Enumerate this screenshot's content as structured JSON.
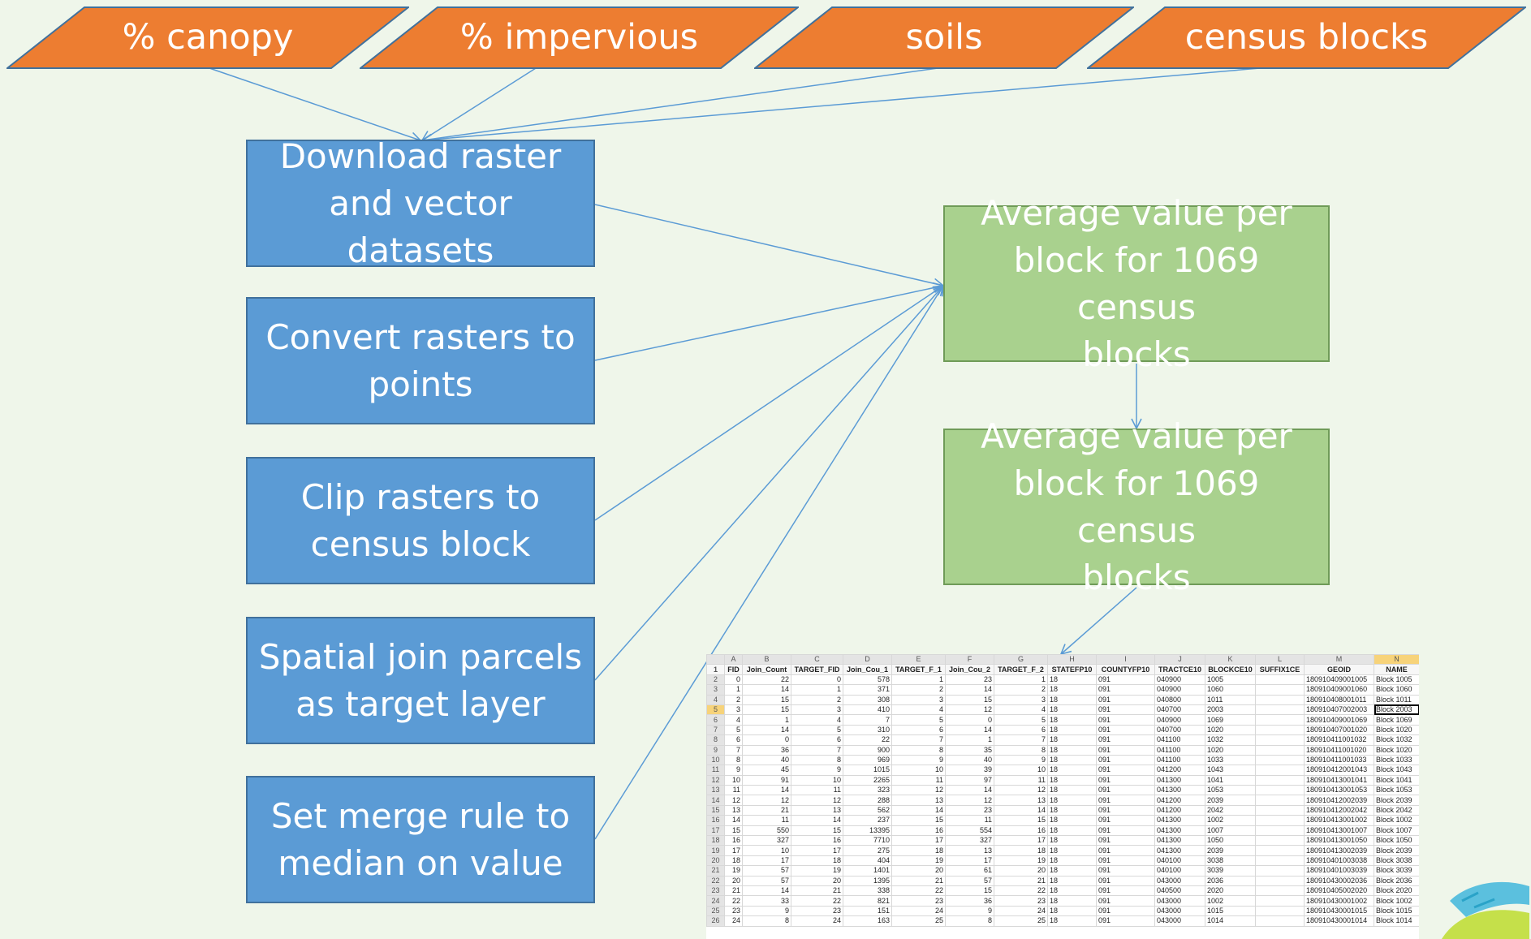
{
  "inputs": [
    {
      "label": "% canopy"
    },
    {
      "label": "% impervious"
    },
    {
      "label": "soils"
    },
    {
      "label": "census blocks"
    }
  ],
  "steps": [
    {
      "label": "Download raster\nand vector datasets"
    },
    {
      "label": "Convert rasters to\npoints"
    },
    {
      "label": "Clip rasters to\ncensus block"
    },
    {
      "label": "Spatial join parcels\nas target layer"
    },
    {
      "label": "Set merge rule to\nmedian on value"
    }
  ],
  "outputs": [
    {
      "label": "Average value per\nblock for 1069 census\nblocks"
    },
    {
      "label": "Average value per\nblock for 1069 census\nblocks"
    }
  ],
  "colors": {
    "background": "#eff6ea",
    "input_fill": "#ed7d31",
    "step_fill": "#5b9bd5",
    "output_fill": "#a9d18e",
    "connector": "#5b9bd5"
  },
  "spreadsheet": {
    "column_letters": [
      "A",
      "B",
      "C",
      "D",
      "E",
      "F",
      "G",
      "H",
      "I",
      "J",
      "K",
      "L",
      "M",
      "N"
    ],
    "headers": [
      "FID",
      "Join_Count",
      "TARGET_FID",
      "Join_Cou_1",
      "TARGET_F_1",
      "Join_Cou_2",
      "TARGET_F_2",
      "STATEFP10",
      "COUNTYFP10",
      "TRACTCE10",
      "BLOCKCE10",
      "SUFFIX1CE",
      "GEOID",
      "NAME"
    ],
    "rows": [
      [
        "0",
        "22",
        "0",
        "578",
        "1",
        "23",
        "1",
        "18",
        "091",
        "040900",
        "1005",
        "",
        "180910409001005",
        "Block 1005"
      ],
      [
        "1",
        "14",
        "1",
        "371",
        "2",
        "14",
        "2",
        "18",
        "091",
        "040900",
        "1060",
        "",
        "180910409001060",
        "Block 1060"
      ],
      [
        "2",
        "15",
        "2",
        "308",
        "3",
        "15",
        "3",
        "18",
        "091",
        "040800",
        "1011",
        "",
        "180910408001011",
        "Block 1011"
      ],
      [
        "3",
        "15",
        "3",
        "410",
        "4",
        "12",
        "4",
        "18",
        "091",
        "040700",
        "2003",
        "",
        "180910407002003",
        "Block 2003"
      ],
      [
        "4",
        "1",
        "4",
        "7",
        "5",
        "0",
        "5",
        "18",
        "091",
        "040900",
        "1069",
        "",
        "180910409001069",
        "Block 1069"
      ],
      [
        "5",
        "14",
        "5",
        "310",
        "6",
        "14",
        "6",
        "18",
        "091",
        "040700",
        "1020",
        "",
        "180910407001020",
        "Block 1020"
      ],
      [
        "6",
        "0",
        "6",
        "22",
        "7",
        "1",
        "7",
        "18",
        "091",
        "041100",
        "1032",
        "",
        "180910411001032",
        "Block 1032"
      ],
      [
        "7",
        "36",
        "7",
        "900",
        "8",
        "35",
        "8",
        "18",
        "091",
        "041100",
        "1020",
        "",
        "180910411001020",
        "Block 1020"
      ],
      [
        "8",
        "40",
        "8",
        "969",
        "9",
        "40",
        "9",
        "18",
        "091",
        "041100",
        "1033",
        "",
        "180910411001033",
        "Block 1033"
      ],
      [
        "9",
        "45",
        "9",
        "1015",
        "10",
        "39",
        "10",
        "18",
        "091",
        "041200",
        "1043",
        "",
        "180910412001043",
        "Block 1043"
      ],
      [
        "10",
        "91",
        "10",
        "2265",
        "11",
        "97",
        "11",
        "18",
        "091",
        "041300",
        "1041",
        "",
        "180910413001041",
        "Block 1041"
      ],
      [
        "11",
        "14",
        "11",
        "323",
        "12",
        "14",
        "12",
        "18",
        "091",
        "041300",
        "1053",
        "",
        "180910413001053",
        "Block 1053"
      ],
      [
        "12",
        "12",
        "12",
        "288",
        "13",
        "12",
        "13",
        "18",
        "091",
        "041200",
        "2039",
        "",
        "180910412002039",
        "Block 2039"
      ],
      [
        "13",
        "21",
        "13",
        "562",
        "14",
        "23",
        "14",
        "18",
        "091",
        "041200",
        "2042",
        "",
        "180910412002042",
        "Block 2042"
      ],
      [
        "14",
        "11",
        "14",
        "237",
        "15",
        "11",
        "15",
        "18",
        "091",
        "041300",
        "1002",
        "",
        "180910413001002",
        "Block 1002"
      ],
      [
        "15",
        "550",
        "15",
        "13395",
        "16",
        "554",
        "16",
        "18",
        "091",
        "041300",
        "1007",
        "",
        "180910413001007",
        "Block 1007"
      ],
      [
        "16",
        "327",
        "16",
        "7710",
        "17",
        "327",
        "17",
        "18",
        "091",
        "041300",
        "1050",
        "",
        "180910413001050",
        "Block 1050"
      ],
      [
        "17",
        "10",
        "17",
        "275",
        "18",
        "13",
        "18",
        "18",
        "091",
        "041300",
        "2039",
        "",
        "180910413002039",
        "Block 2039"
      ],
      [
        "18",
        "17",
        "18",
        "404",
        "19",
        "17",
        "19",
        "18",
        "091",
        "040100",
        "3038",
        "",
        "180910401003038",
        "Block 3038"
      ],
      [
        "19",
        "57",
        "19",
        "1401",
        "20",
        "61",
        "20",
        "18",
        "091",
        "040100",
        "3039",
        "",
        "180910401003039",
        "Block 3039"
      ],
      [
        "20",
        "57",
        "20",
        "1395",
        "21",
        "57",
        "21",
        "18",
        "091",
        "043000",
        "2036",
        "",
        "180910430002036",
        "Block 2036"
      ],
      [
        "21",
        "14",
        "21",
        "338",
        "22",
        "15",
        "22",
        "18",
        "091",
        "040500",
        "2020",
        "",
        "180910405002020",
        "Block 2020"
      ],
      [
        "22",
        "33",
        "22",
        "821",
        "23",
        "36",
        "23",
        "18",
        "091",
        "043000",
        "1002",
        "",
        "180910430001002",
        "Block 1002"
      ],
      [
        "23",
        "9",
        "23",
        "151",
        "24",
        "9",
        "24",
        "18",
        "091",
        "043000",
        "1015",
        "",
        "180910430001015",
        "Block 1015"
      ],
      [
        "24",
        "8",
        "24",
        "163",
        "25",
        "8",
        "25",
        "18",
        "091",
        "043000",
        "1014",
        "",
        "180910430001014",
        "Block 1014"
      ]
    ],
    "selected_column": "N",
    "selected_row": "5",
    "active_cell": "Block 2003"
  }
}
